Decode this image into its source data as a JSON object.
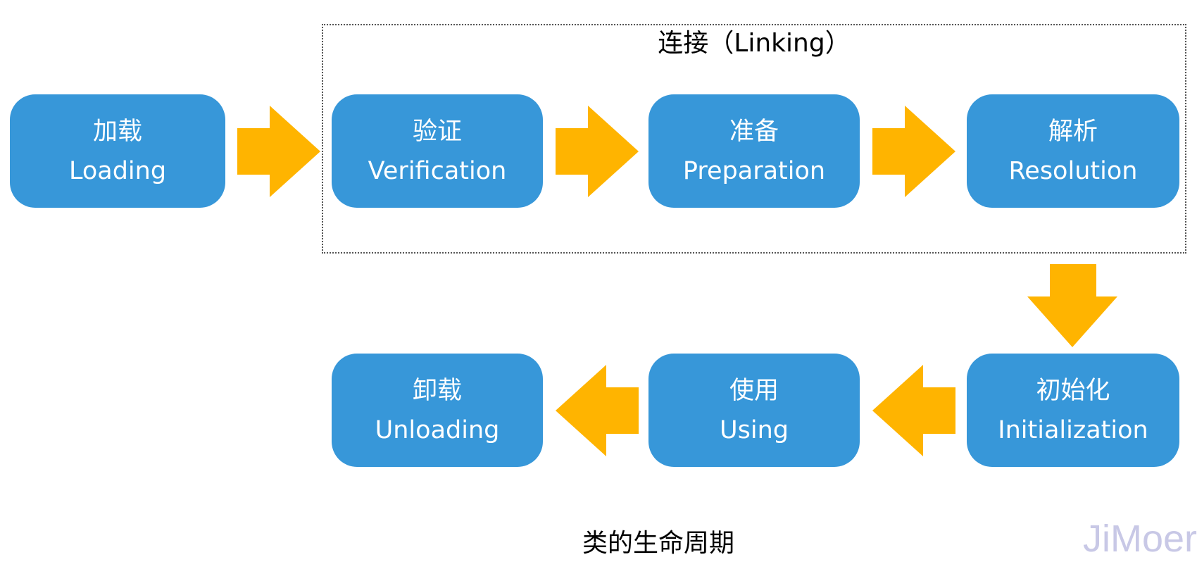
{
  "diagram": {
    "linking_group_label": "连接（Linking）",
    "caption": "类的生命周期",
    "watermark": "JiMoer",
    "colors": {
      "box": "#3797d9",
      "arrow": "#ffb400",
      "text": "#ffffff",
      "frame": "#555555"
    },
    "stages": [
      {
        "zh": "加载",
        "en": "Loading"
      },
      {
        "zh": "验证",
        "en": "Verification"
      },
      {
        "zh": "准备",
        "en": "Preparation"
      },
      {
        "zh": "解析",
        "en": "Resolution"
      },
      {
        "zh": "初始化",
        "en": "Initialization"
      },
      {
        "zh": "使用",
        "en": "Using"
      },
      {
        "zh": "卸载",
        "en": "Unloading"
      }
    ]
  }
}
